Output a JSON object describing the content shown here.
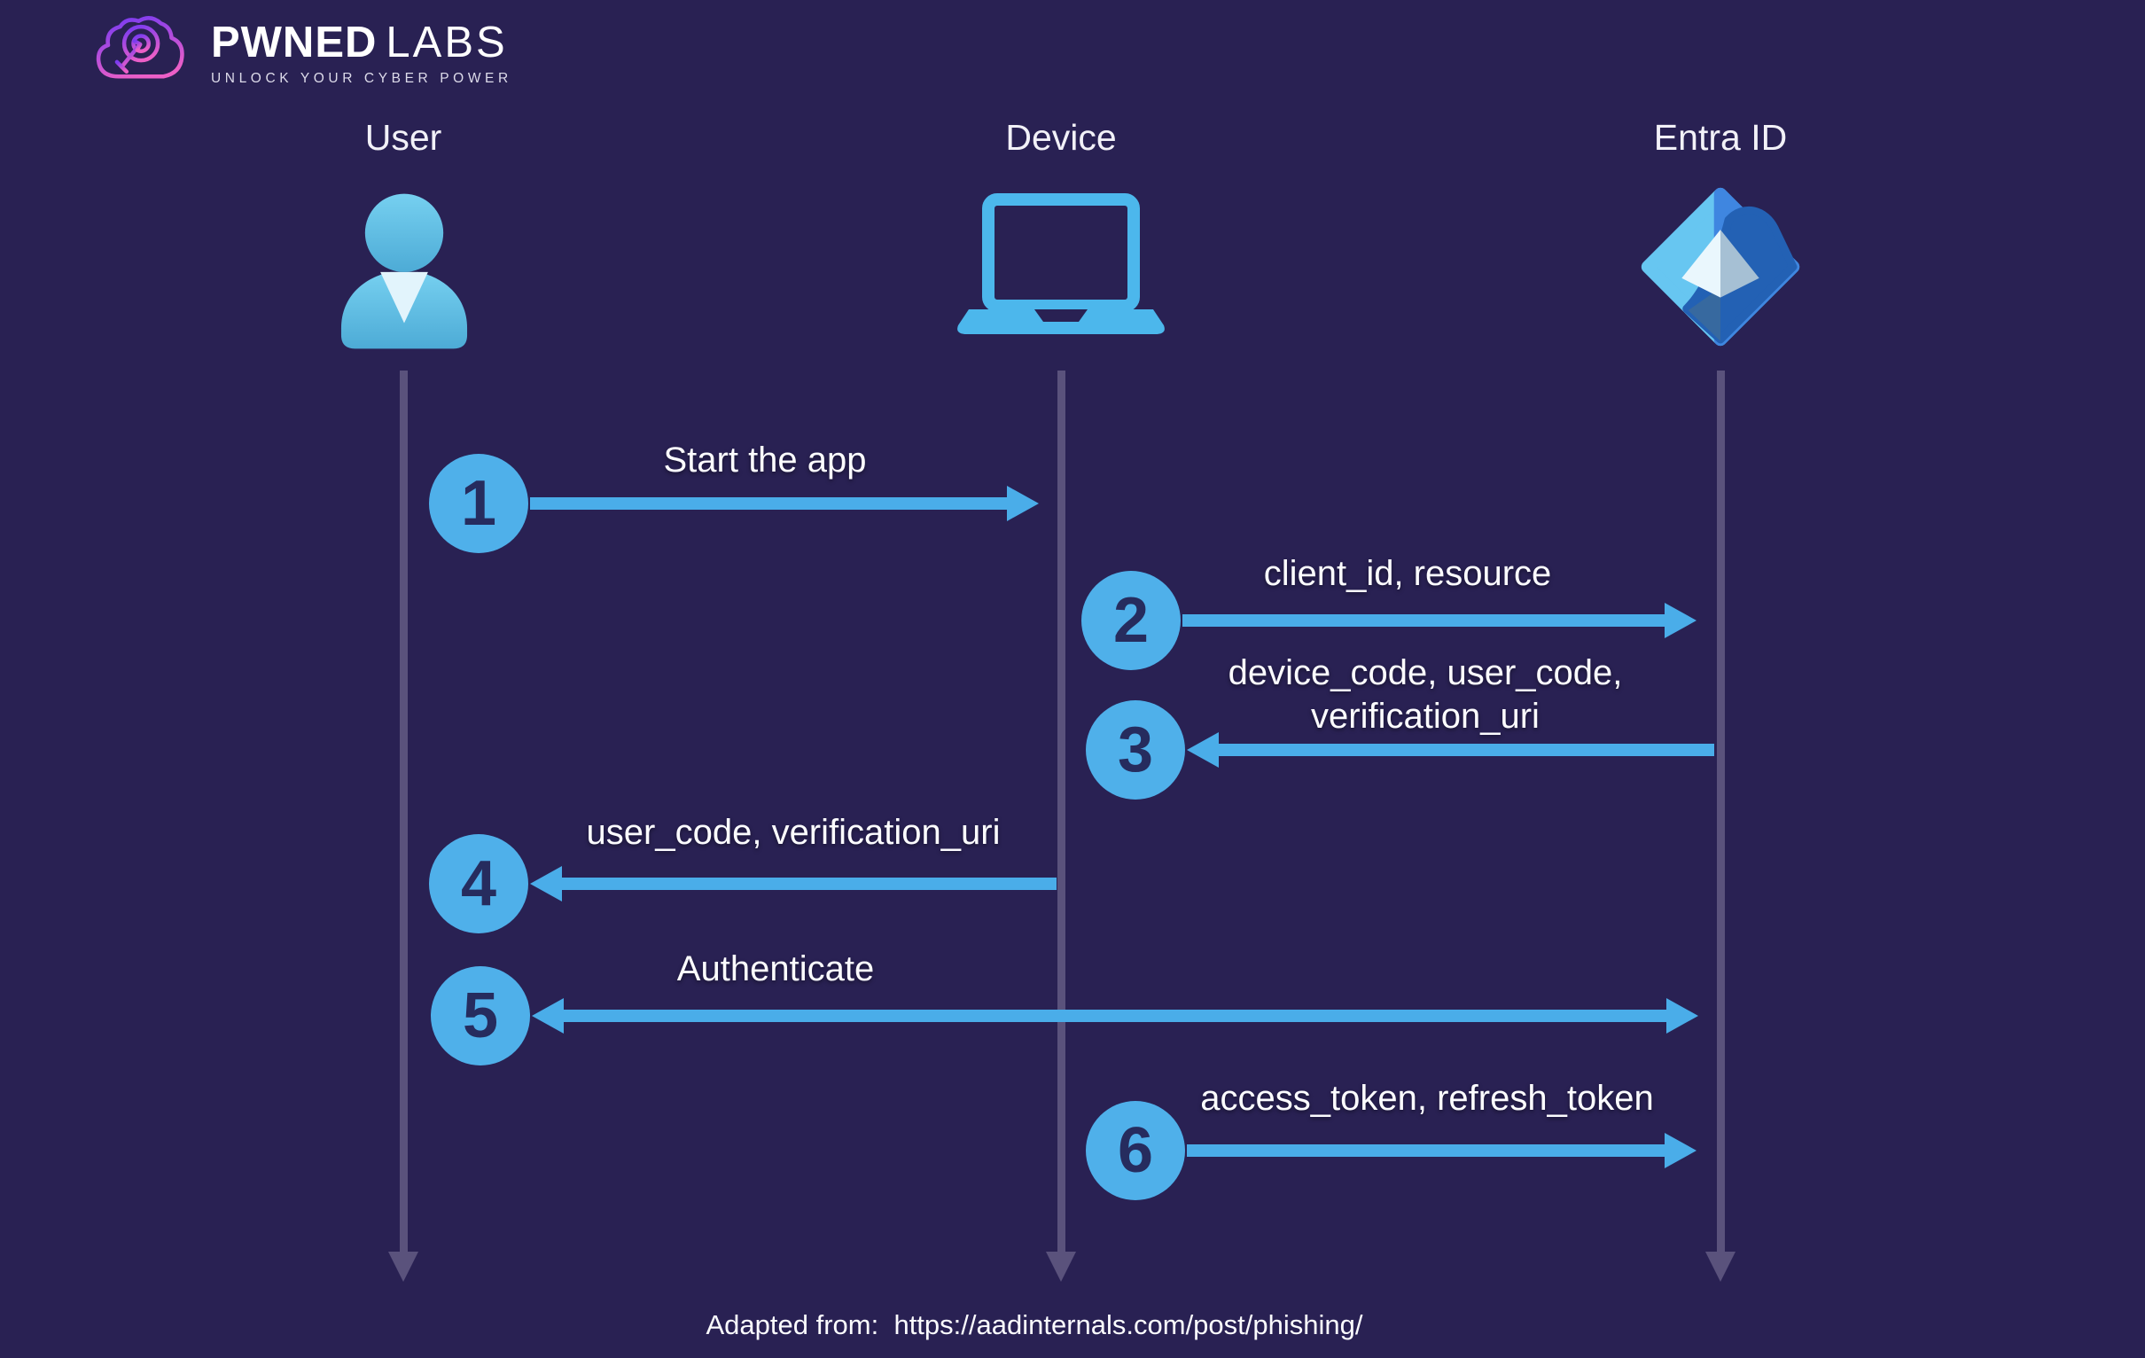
{
  "logo": {
    "brand_bold": "PWNED",
    "brand_light": "LABS",
    "tagline": "UNLOCK YOUR CYBER POWER",
    "icon": "cloud-target-icon"
  },
  "actors": [
    {
      "label": "User",
      "icon": "person-icon"
    },
    {
      "label": "Device",
      "icon": "laptop-icon"
    },
    {
      "label": "Entra ID",
      "icon": "entra-id-icon"
    }
  ],
  "steps": [
    {
      "number": "1",
      "label": "Start the app",
      "from": "User",
      "to": "Device",
      "direction": "right"
    },
    {
      "number": "2",
      "label": "client_id, resource",
      "from": "Device",
      "to": "Entra ID",
      "direction": "right"
    },
    {
      "number": "3",
      "label_line1": "device_code, user_code,",
      "label_line2": "verification_uri",
      "from": "Entra ID",
      "to": "Device",
      "direction": "left"
    },
    {
      "number": "4",
      "label": "user_code, verification_uri",
      "from": "Device",
      "to": "User",
      "direction": "left"
    },
    {
      "number": "5",
      "label": "Authenticate",
      "from": "User",
      "to": "Entra ID",
      "direction": "both"
    },
    {
      "number": "6",
      "label": "access_token, refresh_token",
      "from": "Device",
      "to": "Entra ID",
      "direction": "right"
    }
  ],
  "footer": {
    "text": "Adapted from:  https://aadinternals.com/post/phishing/"
  },
  "colors": {
    "background": "#292153",
    "arrow_blue": "#4aade9",
    "badge_blue": "#4fb0ea",
    "icon_blue": "#4cb7ec",
    "lifeline": "#5a527c",
    "text": "#ffffff"
  }
}
